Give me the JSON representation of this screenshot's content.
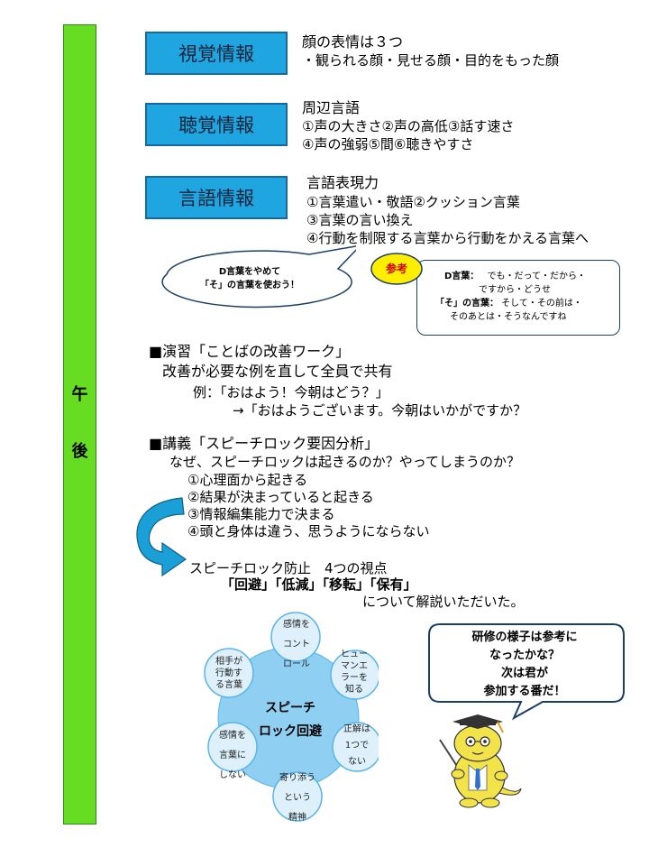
{
  "sidebar": {
    "label_top": "午",
    "label_bottom": "後"
  },
  "sections": [
    {
      "header": "視覚情報",
      "title": "顔の表情は３つ",
      "lines": [
        "・観られる顔・見せる顔・目的をもった顔"
      ]
    },
    {
      "header": "聴覚情報",
      "title": "周辺言語",
      "lines": [
        "①声の大きさ②声の高低③話す速さ",
        "④声の強弱⑤間⑥聴きやすさ"
      ]
    },
    {
      "header": "言語情報",
      "title": "言語表現力",
      "lines": [
        "①言葉遣い・敬語②クッション言葉",
        "③言葉の言い換え",
        "④行動を制限する言葉から行動をかえる言葉へ"
      ]
    }
  ],
  "speech_bubble": {
    "line1": "D言葉をやめて",
    "line2": "「そ」の言葉を使おう！"
  },
  "reference": {
    "badge": "参考",
    "d_label": "D言葉：",
    "d_text1": "でも・だって・だから・",
    "d_text2": "ですから・どうせ",
    "so_label": "「そ」の言葉：",
    "so_text1": "そして・その前は・",
    "so_text2": "そのあとは・そうなんですね"
  },
  "exercise": {
    "heading": "■演習「ことばの改善ワーク」",
    "line1": "改善が必要な例を直して全員で共有",
    "line2": "例：「おはよう！今朝はどう？」",
    "line3": "→「おはようございます。今朝はいかがですか？"
  },
  "lecture": {
    "heading": "■講義「スピーチロック要因分析」",
    "question": "なぜ、スピーチロックは起きるのか？やってしまうのか？",
    "items": [
      "①心理面から起きる",
      "②結果が決まっていると起きる",
      "③情報編集能力で決まる",
      "④頭と身体は違う、思うようにならない"
    ]
  },
  "prevention": {
    "line1": "スピーチロック防止　4つの視点",
    "line2": "「回避」「低減」「移転」「保有」",
    "line3": "について解説いただいた。"
  },
  "diagram": {
    "center_line1": "スピーチ",
    "center_line2": "ロック回避",
    "nodes": [
      {
        "lines": [
          "感情を",
          "コント",
          "ロール"
        ]
      },
      {
        "lines": [
          "ヒュー",
          "マンエ",
          "ラーを",
          "知る"
        ]
      },
      {
        "lines": [
          "正解は",
          "1つで",
          "ない"
        ]
      },
      {
        "lines": [
          "寄り添う",
          "という",
          "精神"
        ]
      },
      {
        "lines": [
          "感情を",
          "言葉に",
          "しない"
        ]
      },
      {
        "lines": [
          "相手が",
          "行動す",
          "る言葉"
        ]
      }
    ],
    "colors": {
      "center": "#8fd0f2",
      "node": "#ddf0fb",
      "node_border": "#5ab4e8"
    }
  },
  "mascot_bubble": {
    "line1": "研修の様子は参考に",
    "line2": "なったかな？",
    "line3": "次は君が",
    "line4": "参加する番だ！"
  },
  "colors": {
    "sidebar": "#66dd22",
    "header_box": "#1fa6e0",
    "arrow": "#1a9fd6",
    "badge": "#ffee00"
  }
}
